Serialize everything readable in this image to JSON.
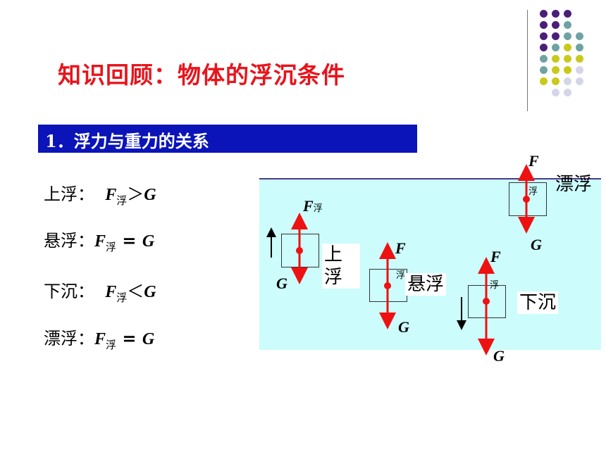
{
  "title": "知识回顾：物体的浮沉条件",
  "section": "1．浮力与重力的关系",
  "conditions": [
    {
      "name": "上浮：",
      "rel": "＞",
      "F": "F",
      "sub": "浮",
      "G": "G"
    },
    {
      "name": "悬浮：",
      "rel": " = ",
      "F": "F",
      "sub": "浮",
      "G": "G"
    },
    {
      "name": "下沉：",
      "rel": "＜",
      "F": "F",
      "sub": "浮",
      "G": "G"
    },
    {
      "name": "漂浮：",
      "rel": " = ",
      "F": "F",
      "sub": "浮",
      "G": "G"
    }
  ],
  "diagram": {
    "force_F": "F",
    "force_sub": "浮",
    "force_G": "G",
    "labels": {
      "rise_top": "上",
      "rise_bottom": "浮",
      "suspend": "悬浮",
      "sink": "下沉",
      "float": "漂浮"
    },
    "arrow_color": "#ee1111"
  },
  "colors": {
    "title": "#e8141c",
    "section_bar": "#0a14b8",
    "water": "#ccfcfc",
    "dots_purple": "#4b1f78",
    "dots_teal": "#6fa3a3",
    "dots_olive": "#c9c91c",
    "dots_lavender": "#d5d5ea"
  }
}
